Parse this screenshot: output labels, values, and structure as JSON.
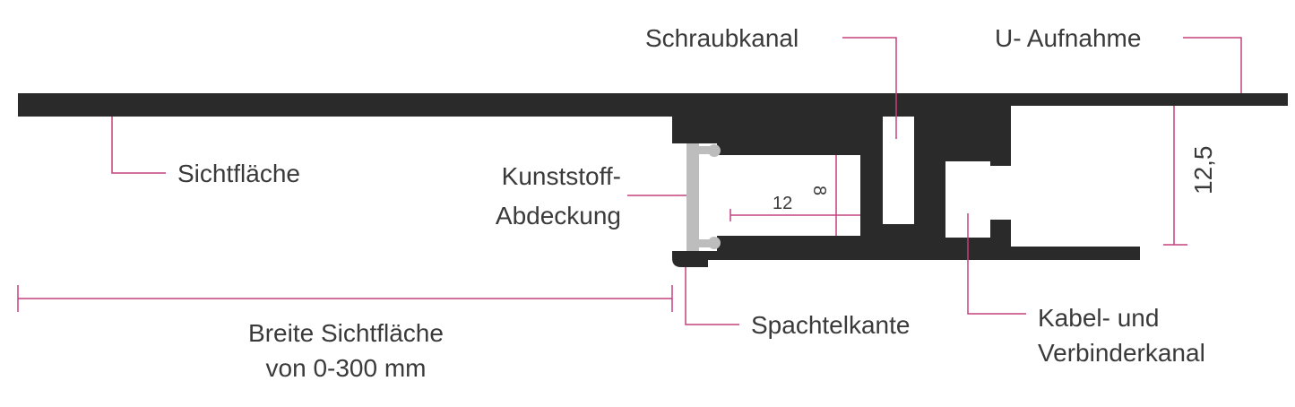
{
  "colors": {
    "profile": "#2a2a2a",
    "cover": "#bdbdbd",
    "leader": "#c4407f",
    "text": "#3a3a3a"
  },
  "labels": {
    "schraubkanal": "Schraubkanal",
    "u_aufnahme": "U- Aufnahme",
    "sichtflaeche": "Sichtfläche",
    "kunststoff_1": "Kunststoff-",
    "kunststoff_2": "Abdeckung",
    "spachtelkante": "Spachtelkante",
    "kabel_1": "Kabel- und",
    "kabel_2": "Verbinderkanal",
    "breite_1": "Breite Sichtfläche",
    "breite_2": "von 0-300 mm"
  },
  "dimensions": {
    "width_inner": "12",
    "height_inner": "8",
    "height_total": "12,5"
  }
}
